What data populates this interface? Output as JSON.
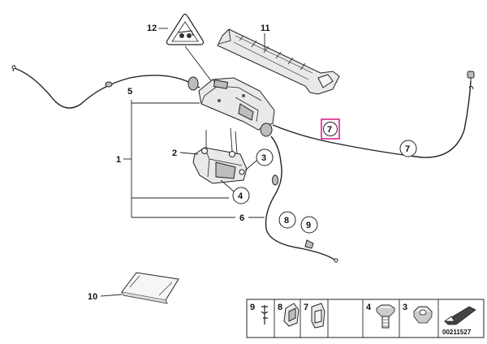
{
  "callouts": {
    "c1": "1",
    "c2": "2",
    "c3": "3",
    "c4": "4",
    "c5": "5",
    "c6": "6",
    "c7a": "7",
    "c7b": "7",
    "c8": "8",
    "c9": "9",
    "c10": "10",
    "c11": "11",
    "c12": "12"
  },
  "legend": {
    "items": [
      {
        "num": "9",
        "part": "clip"
      },
      {
        "num": "8",
        "part": "cable-clip"
      },
      {
        "num": "7",
        "part": "holder-clip"
      },
      {
        "num": "4",
        "part": "hex-bolt"
      },
      {
        "num": "3",
        "part": "hex-nut"
      }
    ],
    "catalog_number": "00211527"
  },
  "colors": {
    "highlight": "#e0208a",
    "line": "#222222",
    "part_fill": "#e9e9e9"
  }
}
